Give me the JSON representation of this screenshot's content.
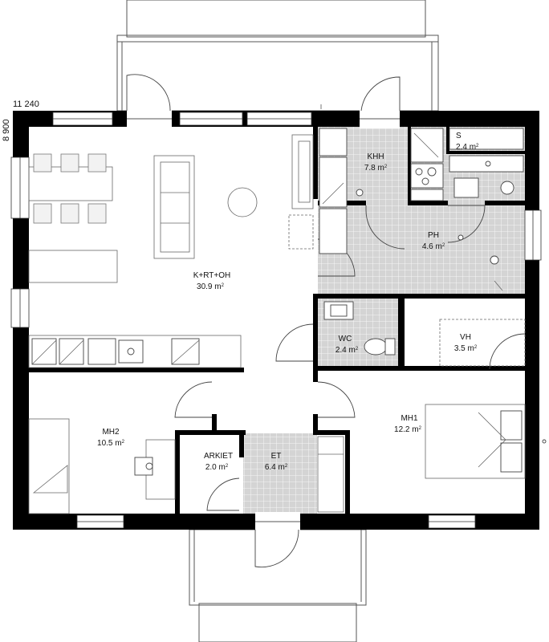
{
  "dimensions": {
    "width": "11 240",
    "height": "8 900"
  },
  "rooms": {
    "living": {
      "name": "K+RT+OH",
      "area": "30.9"
    },
    "kitchen": {
      "name": "KHH",
      "area": "7.8"
    },
    "sauna": {
      "name": "S",
      "area": "2.4"
    },
    "wash": {
      "name": "PH",
      "area": "4.6"
    },
    "wc": {
      "name": "WC",
      "area": "2.4"
    },
    "closet": {
      "name": "VH",
      "area": "3.5"
    },
    "bedroom2": {
      "name": "MH2",
      "area": "10.5"
    },
    "bedroom1": {
      "name": "MH1",
      "area": "12.2"
    },
    "storage": {
      "name": "ARKIET",
      "area": "2.0"
    },
    "entry": {
      "name": "ET",
      "area": "6.4"
    }
  },
  "area_unit": "m",
  "area_unit_sup": "2",
  "colors": {
    "wall": "#000000",
    "tile_fill": "#d4d4d4",
    "tile_grid": "#ffffff",
    "furniture": "#666666"
  }
}
